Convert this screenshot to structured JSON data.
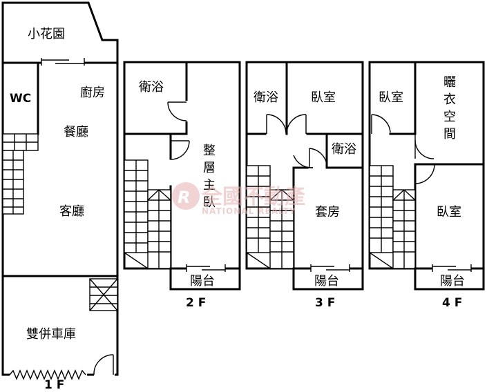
{
  "floors": {
    "f1": {
      "label": "1 F",
      "rooms": {
        "garden": "小花園",
        "wc": "WC",
        "kitchen": "廚房",
        "dining": "餐廳",
        "living": "客廳",
        "garage": "雙併車庫"
      }
    },
    "f2": {
      "label": "2 F",
      "rooms": {
        "bath": "衛浴",
        "master": [
          "整",
          "層",
          "主",
          "臥"
        ],
        "balcony": "陽台"
      }
    },
    "f3": {
      "label": "3 F",
      "rooms": {
        "bath1": "衛浴",
        "bedroom": "臥室",
        "bath2": "衛浴",
        "suite": "套房",
        "balcony": "陽台"
      }
    },
    "f4": {
      "label": "4 F",
      "rooms": {
        "bedroom1": "臥室",
        "laundry": [
          "曬",
          "衣",
          "空",
          "間"
        ],
        "bedroom2": "臥室",
        "balcony": "陽台"
      }
    }
  },
  "watermark": {
    "text": "全國不動產",
    "subtext": "NATIONAL REALTY",
    "color": "#e8b0b0"
  }
}
